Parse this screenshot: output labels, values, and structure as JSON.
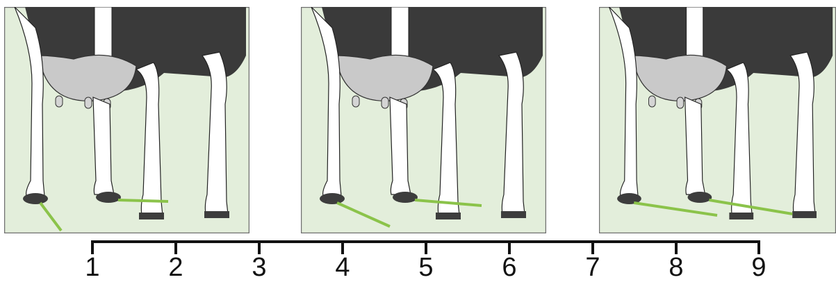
{
  "scale": {
    "labels": [
      "1",
      "2",
      "3",
      "4",
      "5",
      "6",
      "7",
      "8",
      "9"
    ]
  },
  "panels": [
    {
      "id": "panel-1",
      "spans_scale": [
        "1",
        "2"
      ]
    },
    {
      "id": "panel-2",
      "spans_scale": [
        "4",
        "6"
      ]
    },
    {
      "id": "panel-3",
      "spans_scale": [
        "7",
        "9"
      ]
    }
  ],
  "colors": {
    "panel_background": "#e3eedb",
    "panel_border": "#6f6f6f",
    "cow_black": "#3a3a3a",
    "cow_white": "#ffffff",
    "udder_gray": "#c9c9c9",
    "hoof": "#3d3d3d",
    "angle_line": "#8bc34a",
    "scale_line": "#111111"
  }
}
